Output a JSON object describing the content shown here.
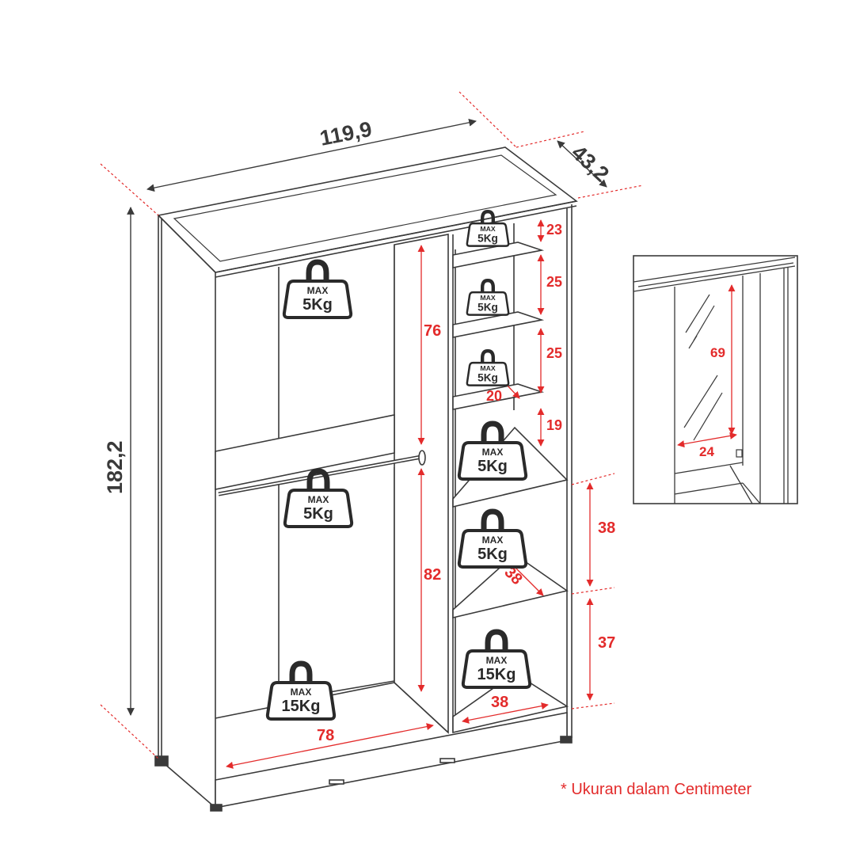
{
  "overall": {
    "width_label": "119,9",
    "depth_label": "43,2",
    "height_label": "182,2"
  },
  "compartments": {
    "top_hang": "76",
    "bottom_hang": "82",
    "floor_width": "78",
    "shelf_23": "23",
    "shelf_25a": "25",
    "shelf_25b": "25",
    "shelf_depth_20": "20",
    "shelf_19": "19",
    "shelf_38": "38",
    "shelf_depth_38": "38",
    "shelf_37": "37",
    "bottom_width_38": "38"
  },
  "inset": {
    "mirror_height": "69",
    "mirror_width": "24"
  },
  "weights": {
    "max_word": "MAX",
    "kg5": "5Kg",
    "kg15": "15Kg"
  },
  "note": "* Ukuran dalam Centimeter",
  "colors": {
    "line": "#3a3a3a",
    "dimension_red": "#e32b2b"
  }
}
